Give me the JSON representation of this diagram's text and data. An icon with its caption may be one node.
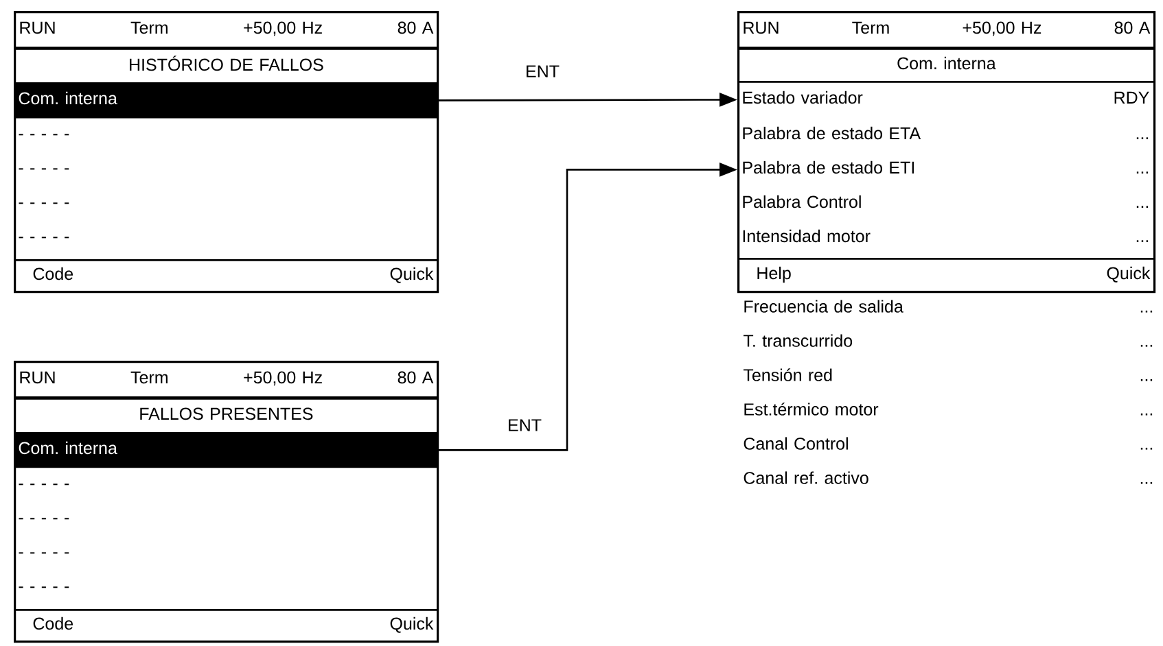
{
  "diagram": {
    "nodes": [
      {
        "text": [],
        "shape": "box"
      },
      {
        "text": [
          "RUN",
          "Term",
          "+50,00 Hz",
          "80 A"
        ],
        "in": 0
      },
      {
        "text": [
          "HISTÓRICO DE FALLOS"
        ],
        "in": 0
      },
      {
        "text": [
          "Com. interna"
        ],
        "in": 0
      },
      {
        "text": [
          "- - - - -"
        ],
        "in": 0
      },
      {
        "text": [
          "- - - - -"
        ],
        "in": 0
      },
      {
        "text": [
          "- - - - -"
        ],
        "in": 0
      },
      {
        "text": [
          "- - - - -"
        ],
        "in": 0
      },
      {
        "text": [
          "Code",
          "Quick"
        ],
        "in": 0
      },
      {
        "text": [],
        "shape": "box"
      },
      {
        "text": [
          "RUN",
          "Term",
          "+50,00 Hz",
          "80 A"
        ],
        "in": 9
      },
      {
        "text": [
          "Com. interna"
        ],
        "in": 9
      },
      {
        "text": [
          "Estado variador",
          "RDY"
        ],
        "in": 9
      },
      {
        "text": [
          "Palabra de estado ETA",
          "..."
        ],
        "in": 9
      },
      {
        "text": [
          "Palabra de estado ETI",
          "..."
        ],
        "in": 9
      },
      {
        "text": [
          "Palabra Control",
          "..."
        ],
        "in": 9
      },
      {
        "text": [
          "Intensidad motor",
          "..."
        ],
        "in": 9
      },
      {
        "text": [
          "Help",
          "Quick"
        ],
        "in": 9
      },
      {
        "text": [],
        "shape": "box"
      },
      {
        "text": [
          "RUN",
          "Term",
          "+50,00 Hz",
          "80 A"
        ],
        "in": 18
      },
      {
        "text": [
          "FALLOS PRESENTES"
        ],
        "in": 18
      },
      {
        "text": [
          "Com. interna"
        ],
        "in": 18
      },
      {
        "text": [
          "- - - - -"
        ],
        "in": 18
      },
      {
        "text": [
          "- - - - -"
        ],
        "in": 18
      },
      {
        "text": [
          "- - - - -"
        ],
        "in": 18
      },
      {
        "text": [
          "- - - - -"
        ],
        "in": 18
      },
      {
        "text": [
          "Code",
          "Quick"
        ],
        "in": 18
      }
    ],
    "edges": [
      {
        "from": 3,
        "to": 12,
        "arrow": "to",
        "label": "ENT"
      },
      {
        "from": 21,
        "to": 14,
        "arrow": "to",
        "label": "ENT"
      }
    ],
    "labels": [
      "Frecuencia de salida",
      "...",
      "T. transcurrido",
      "...",
      "Tensión red",
      "...",
      "Est.térmico motor",
      "...",
      "Canal Control",
      "...",
      "Canal ref. activo",
      "..."
    ]
  }
}
